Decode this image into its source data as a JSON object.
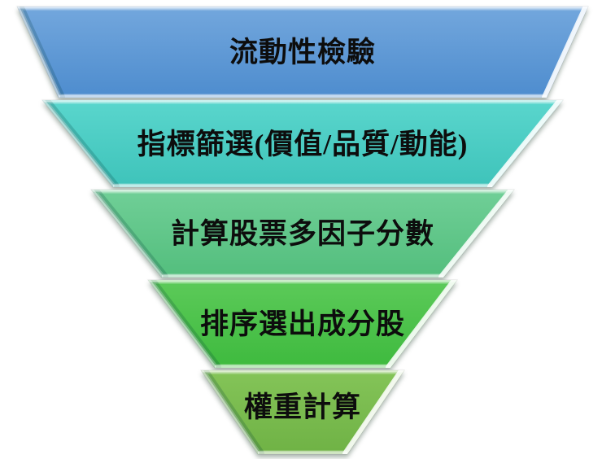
{
  "diagram": {
    "type": "inverted-pyramid-funnel",
    "background_color": "#ffffff",
    "text_color": "#0d0d0d",
    "levels": [
      {
        "label": "流動性檢驗",
        "color_top": "#73A7DD",
        "color_bottom": "#4D8CCE"
      },
      {
        "label": "指標篩選(價值/品質/動能)",
        "color_top": "#5AD6CD",
        "color_bottom": "#3EC3BA"
      },
      {
        "label": "計算股票多因子分數",
        "color_top": "#70CF97",
        "color_bottom": "#53BE7D"
      },
      {
        "label": "排序選出成分股",
        "color_top": "#5CCA59",
        "color_bottom": "#3EBA3E"
      },
      {
        "label": "權重計算",
        "color_top": "#84C458",
        "color_bottom": "#6FB245"
      }
    ]
  }
}
